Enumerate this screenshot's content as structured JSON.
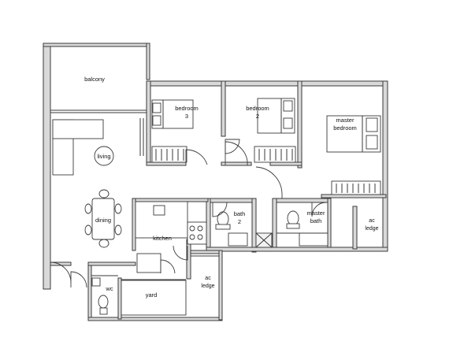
{
  "floor_plan": {
    "rooms": {
      "balcony": "balcony",
      "bedroom3": [
        "bedroom",
        "3"
      ],
      "bedroom2": [
        "bedroom",
        "2"
      ],
      "master_bedroom": [
        "master",
        "bedroom"
      ],
      "living": "living",
      "dining": "dining",
      "kitchen": "kitchen",
      "bath2": [
        "bath",
        "2"
      ],
      "master_bath": [
        "master",
        "bath"
      ],
      "ac_ledge_right": [
        "ac",
        "ledge"
      ],
      "ac_ledge_bottom": [
        "ac",
        "ledge"
      ],
      "wc": "wc",
      "yard": "yard"
    },
    "colors": {
      "wall_fill": "#d9d9d9",
      "line": "#3a3a3a",
      "background": "#ffffff"
    }
  }
}
